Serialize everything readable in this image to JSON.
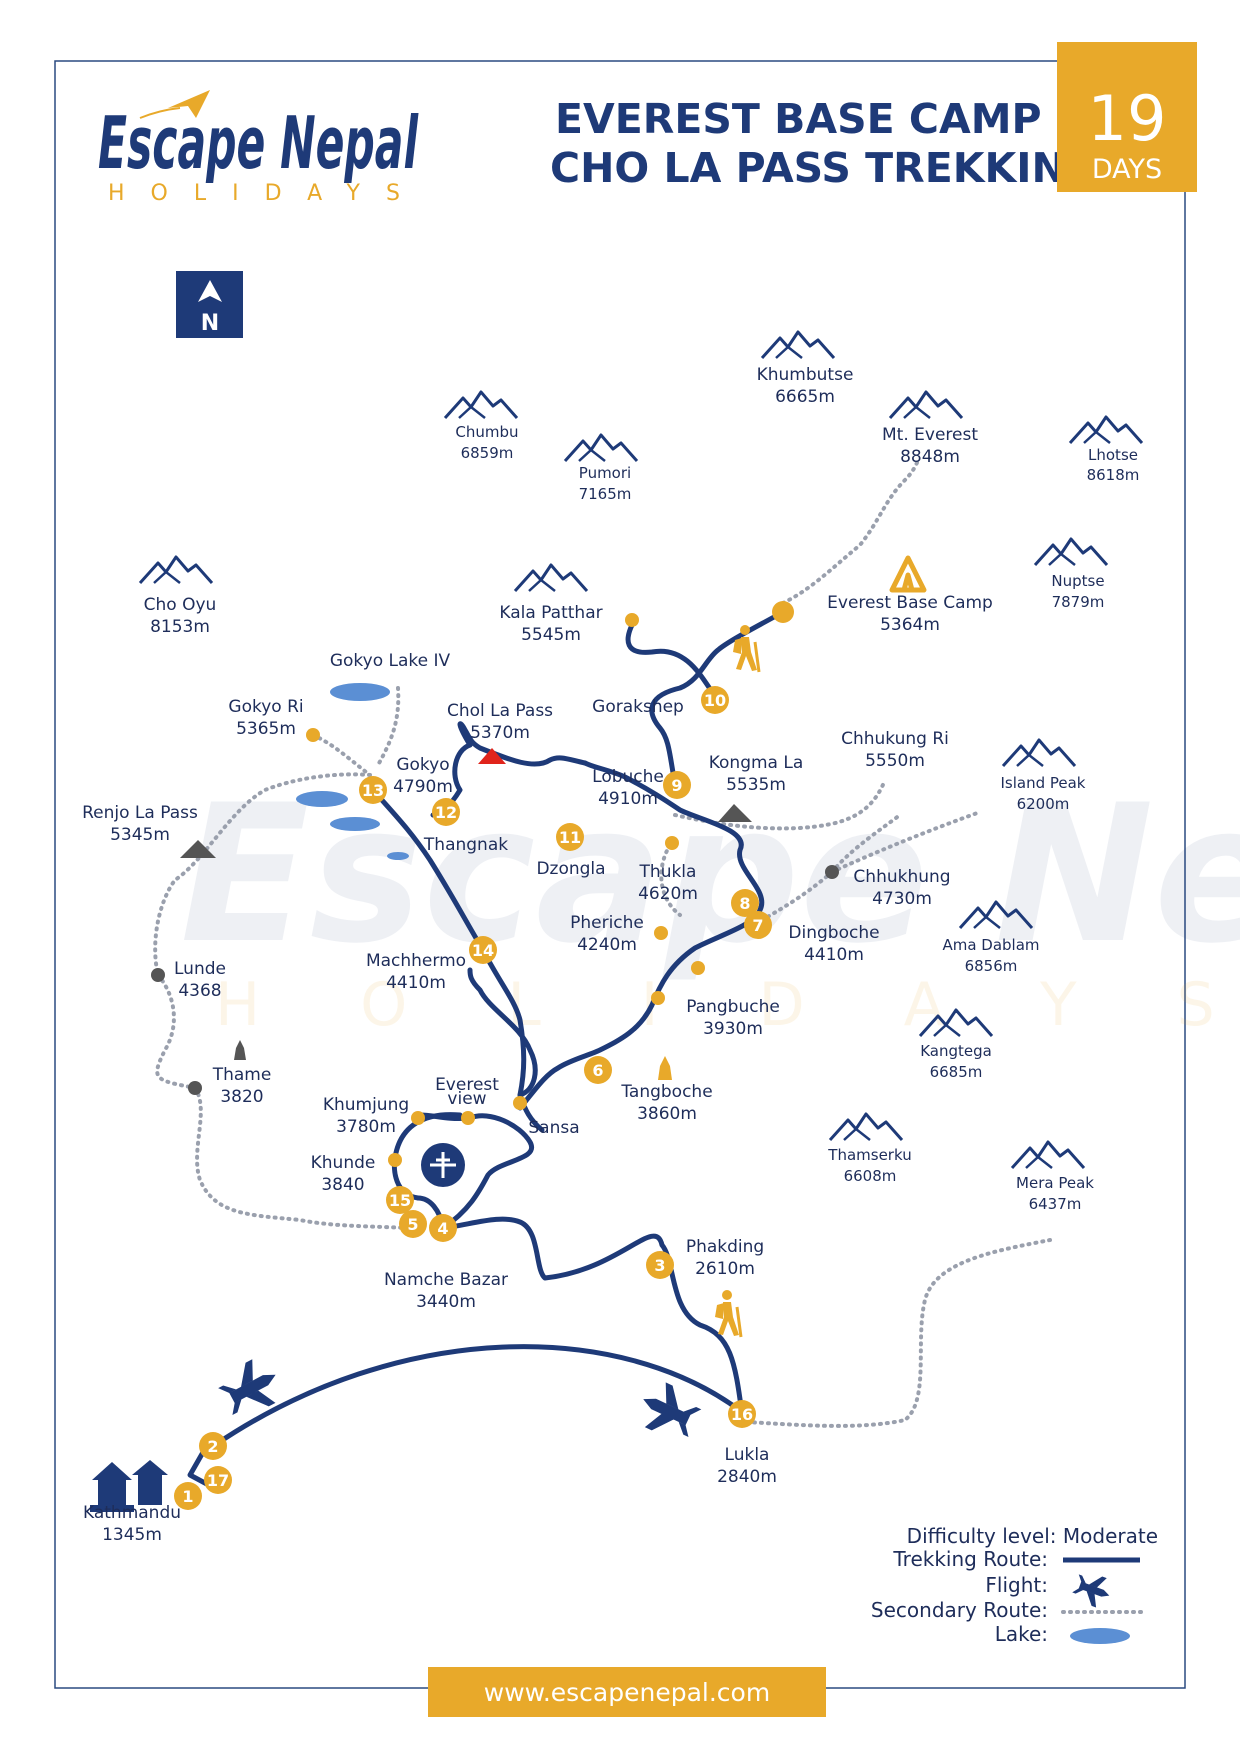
{
  "title": {
    "line1": "EVEREST BASE CAMP",
    "line2": "CHO LA PASS TREKKING"
  },
  "days": {
    "number": "19",
    "label": "DAYS"
  },
  "logo": {
    "main": "Escape Nepal",
    "sub": "HOLIDAYS"
  },
  "compass": {
    "letter": "N"
  },
  "website": "www.escapenepal.com",
  "colors": {
    "navy": "#1e3a78",
    "gold": "#e8a92a",
    "lake": "#5b8fd4",
    "grey": "#9aa0ad",
    "pass_red": "#e0241b"
  },
  "peaks": [
    {
      "name": "Khumbutse",
      "alt": "6665m"
    },
    {
      "name": "Mt. Everest",
      "alt": "8848m"
    },
    {
      "name": "Lhotse",
      "alt": "8618m"
    },
    {
      "name": "Chumbu",
      "alt": "6859m"
    },
    {
      "name": "Pumori",
      "alt": "7165m"
    },
    {
      "name": "Cho Oyu",
      "alt": "8153m"
    },
    {
      "name": "Kala Patthar",
      "alt": "5545m"
    },
    {
      "name": "Nuptse",
      "alt": "7879m"
    },
    {
      "name": "Island Peak",
      "alt": "6200m"
    },
    {
      "name": "Ama Dablam",
      "alt": "6856m"
    },
    {
      "name": "Kangtega",
      "alt": "6685m"
    },
    {
      "name": "Thamserku",
      "alt": "6608m"
    },
    {
      "name": "Mera Peak",
      "alt": "6437m"
    }
  ],
  "places": {
    "ebc": {
      "name": "Everest Base Camp",
      "alt": "5364m"
    },
    "gokyo_lake": {
      "name": "Gokyo Lake IV"
    },
    "gokyo_ri": {
      "name": "Gokyo Ri",
      "alt": "5365m"
    },
    "chola": {
      "name": "Chol La Pass",
      "alt": "5370m"
    },
    "gorakshep": {
      "name": "Gorakshep"
    },
    "kongma": {
      "name": "Kongma La",
      "alt": "5535m"
    },
    "chhukung_ri": {
      "name": "Chhukung Ri",
      "alt": "5550m"
    },
    "gokyo": {
      "name": "Gokyo",
      "alt": "4790m"
    },
    "lobuche": {
      "name": "Lobuche",
      "alt": "4910m"
    },
    "renjo": {
      "name": "Renjo La Pass",
      "alt": "5345m"
    },
    "thangnak": {
      "name": "Thangnak"
    },
    "dzongla": {
      "name": "Dzongla"
    },
    "thukla": {
      "name": "Thukla",
      "alt": "4620m"
    },
    "chhukhung": {
      "name": "Chhukhung",
      "alt": "4730m"
    },
    "pheriche": {
      "name": "Pheriche",
      "alt": "4240m"
    },
    "dingboche": {
      "name": "Dingboche",
      "alt": "4410m"
    },
    "lunde": {
      "name": "Lunde",
      "alt": "4368"
    },
    "machhermo": {
      "name": "Machhermo",
      "alt": "4410m"
    },
    "pangbuche": {
      "name": "Pangbuche",
      "alt": "3930m"
    },
    "thame": {
      "name": "Thame",
      "alt": "3820"
    },
    "everest_view_1": "Everest",
    "everest_view_2": "view",
    "khumjung": {
      "name": "Khumjung",
      "alt": "3780m"
    },
    "sansa": {
      "name": "Sansa"
    },
    "tangboche": {
      "name": "Tangboche",
      "alt": "3860m"
    },
    "khunde": {
      "name": "Khunde",
      "alt": "3840"
    },
    "namche": {
      "name": "Namche Bazar",
      "alt": "3440m"
    },
    "phakding": {
      "name": "Phakding",
      "alt": "2610m"
    },
    "lukla": {
      "name": "Lukla",
      "alt": "2840m"
    },
    "kathmandu": {
      "name": "Kathmandu",
      "alt": "1345m"
    }
  },
  "stops": [
    "1",
    "2",
    "3",
    "4",
    "5",
    "6",
    "7",
    "8",
    "9",
    "10",
    "11",
    "12",
    "13",
    "14",
    "15",
    "16",
    "17"
  ],
  "legend": {
    "difficulty": "Difficulty level: Moderate",
    "trek": "Trekking Route:",
    "flight": "Flight:",
    "secondary": "Secondary Route:",
    "lake": "Lake:"
  }
}
